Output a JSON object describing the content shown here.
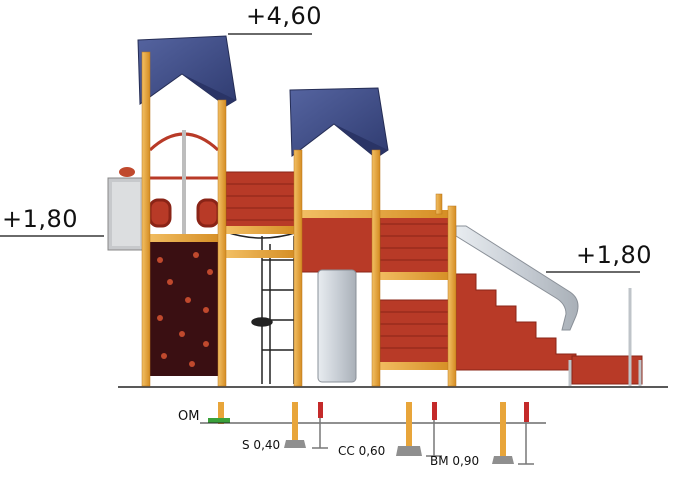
{
  "heights": {
    "top": "+4,60",
    "left_platform": "+1,80",
    "right_platform": "+1,80"
  },
  "foundations": {
    "om": "OM",
    "s": "S 0,40",
    "cc": "CC 0,60",
    "bm": "BM 0,90"
  },
  "colors": {
    "post": "#e8a53a",
    "roof": "#3d4b86",
    "panel": "#b83a27",
    "climbing_wall": "#3a0f12",
    "slide": "#c9cfd6",
    "ground_green": "#3aa13a",
    "anchor_red": "#c42a2a",
    "concrete": "#8f8f8f"
  }
}
